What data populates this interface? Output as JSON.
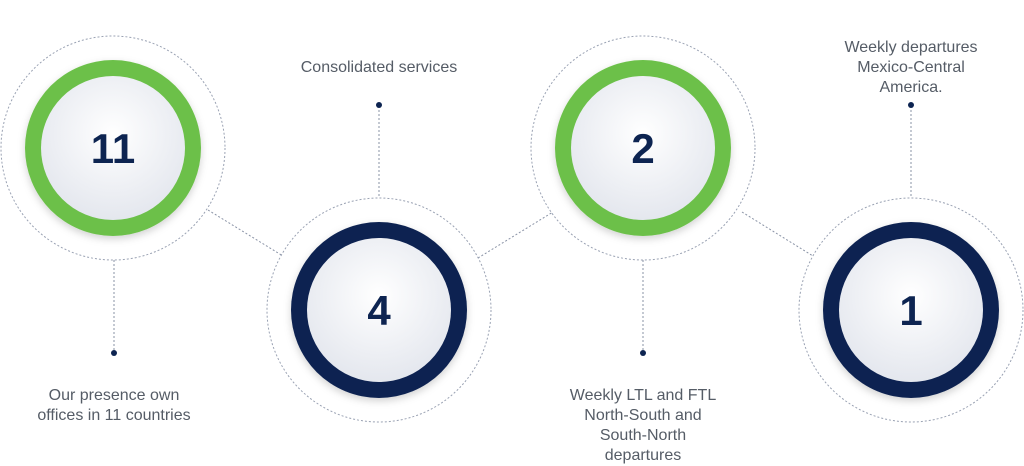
{
  "colors": {
    "green": "#6cc04a",
    "navy": "#0d2451",
    "line": "#8a93a6",
    "text": "#555c66"
  },
  "stats": [
    {
      "value": "11",
      "ring_color": "green",
      "caption_lines": [
        "Our presence own",
        "offices in 11 countries"
      ]
    },
    {
      "value": "4",
      "ring_color": "navy",
      "caption_lines": [
        "Consolidated services"
      ]
    },
    {
      "value": "2",
      "ring_color": "green",
      "caption_lines": [
        "Weekly LTL and FTL",
        "North-South and",
        "South-North",
        "departures"
      ]
    },
    {
      "value": "1",
      "ring_color": "navy",
      "caption_lines": [
        "Weekly departures",
        "Mexico-Central",
        "America."
      ]
    }
  ]
}
